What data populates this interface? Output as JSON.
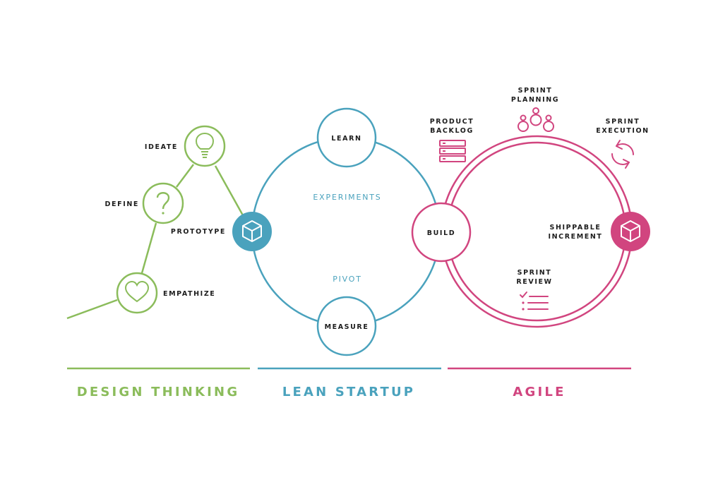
{
  "colors": {
    "green": "#8bbc5b",
    "blue": "#4aa2bd",
    "pink": "#d1457f",
    "text": "#1d1d1d"
  },
  "design_thinking": {
    "title": "DESIGN THINKING",
    "empathize": "EMPATHIZE",
    "define": "DEFINE",
    "ideate": "IDEATE",
    "prototype": "PROTOTYPE"
  },
  "lean_startup": {
    "title": "LEAN STARTUP",
    "learn": "LEARN",
    "measure": "MEASURE",
    "build": "BUILD",
    "experiments": "EXPERIMENTS",
    "pivot": "PIVOT"
  },
  "agile": {
    "title": "AGILE",
    "product_backlog": [
      "PRODUCT",
      "BACKLOG"
    ],
    "sprint_planning": [
      "SPRINT",
      "PLANNING"
    ],
    "sprint_execution": [
      "SPRINT",
      "EXECUTION"
    ],
    "shippable_increment": [
      "SHIPPABLE",
      "INCREMENT"
    ],
    "sprint_review": [
      "SPRINT",
      "REVIEW"
    ]
  },
  "icons": [
    "heart-icon",
    "question-icon",
    "lightbulb-icon",
    "cube-icon",
    "backlog-stack-icon",
    "team-icon",
    "cycle-arrows-icon",
    "checklist-icon"
  ]
}
